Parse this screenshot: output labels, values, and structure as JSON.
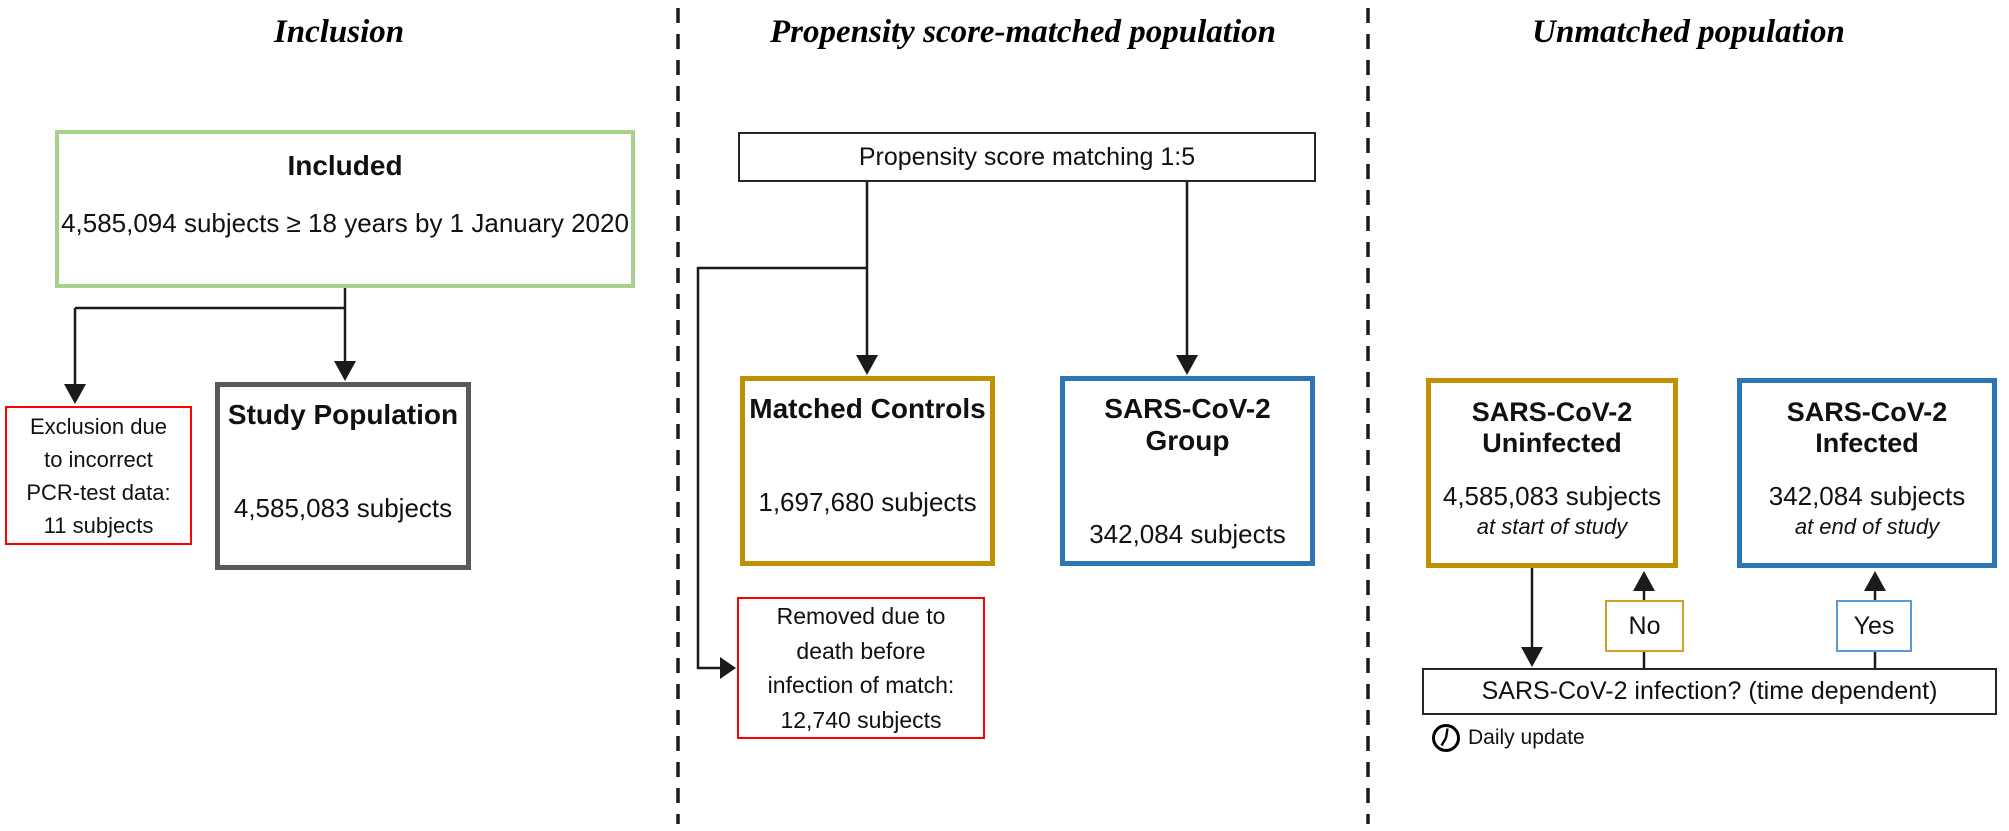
{
  "figure": {
    "type": "study-population-flowchart"
  },
  "columns": {
    "inclusion": {
      "title": "Inclusion",
      "included_box": {
        "heading": "Included",
        "body": "4,585,094 subjects ≥ 18 years by 1 January 2020"
      },
      "exclusion_box": {
        "lines": [
          "Exclusion due",
          "to incorrect",
          "PCR-test data:",
          "11 subjects"
        ]
      },
      "study_population_box": {
        "heading": "Study Population",
        "body": "4,585,083 subjects"
      }
    },
    "matched": {
      "title": "Propensity score-matched population",
      "matching_box": {
        "label": "Propensity score matching 1:5"
      },
      "matched_controls_box": {
        "heading": "Matched Controls",
        "body": "1,697,680 subjects"
      },
      "sars_cov2_group_box": {
        "heading": "SARS-CoV-2 Group",
        "body": "342,084 subjects"
      },
      "removed_box": {
        "lines": [
          "Removed due to",
          "death before",
          "infection of match:",
          "12,740 subjects"
        ]
      }
    },
    "unmatched": {
      "title": "Unmatched population",
      "uninfected_box": {
        "heading_line1": "SARS-CoV-2",
        "heading_line2": "Uninfected",
        "body": "4,585,083 subjects",
        "note": "at start of study"
      },
      "infected_box": {
        "heading_line1": "SARS-CoV-2",
        "heading_line2": "Infected",
        "body": "342,084 subjects",
        "note": "at end of study"
      },
      "no_label": "No",
      "yes_label": "Yes",
      "infection_box": {
        "label": "SARS-CoV-2 infection? (time dependent)"
      },
      "daily_update_label": "Daily update"
    }
  },
  "icons": {
    "daily_update": "clock-icon"
  },
  "colors": {
    "included_border": "#a9d18e",
    "study_border": "#595959",
    "gold_border": "#bf9000",
    "blue_border": "#2e75b6",
    "red_border": "#ff0000",
    "no_border": "#cfa127",
    "yes_border": "#5b9bd5",
    "line": "#1b1b1b"
  }
}
